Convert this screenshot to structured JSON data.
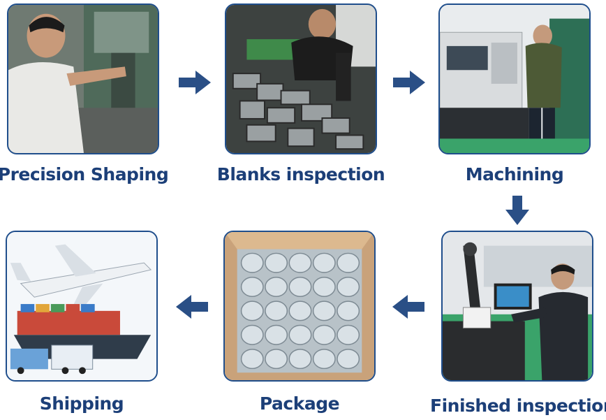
{
  "steps": [
    {
      "label": "Precision Shaping",
      "photo": "worker-at-press-machine"
    },
    {
      "label": "Blanks inspection",
      "photo": "worker-sorting-metal-blanks"
    },
    {
      "label": "Machining",
      "photo": "worker-at-cnc-lathe"
    },
    {
      "label": "Finished inspection",
      "photo": "inspector-with-measuring-arm"
    },
    {
      "label": "Package",
      "photo": "box-of-bagged-parts"
    },
    {
      "label": "Shipping",
      "photo": "plane-ship-trucks"
    }
  ],
  "colors": {
    "label": "#1c3f78",
    "arrow": "#2a4f86",
    "frame": "#1f4e8c"
  }
}
